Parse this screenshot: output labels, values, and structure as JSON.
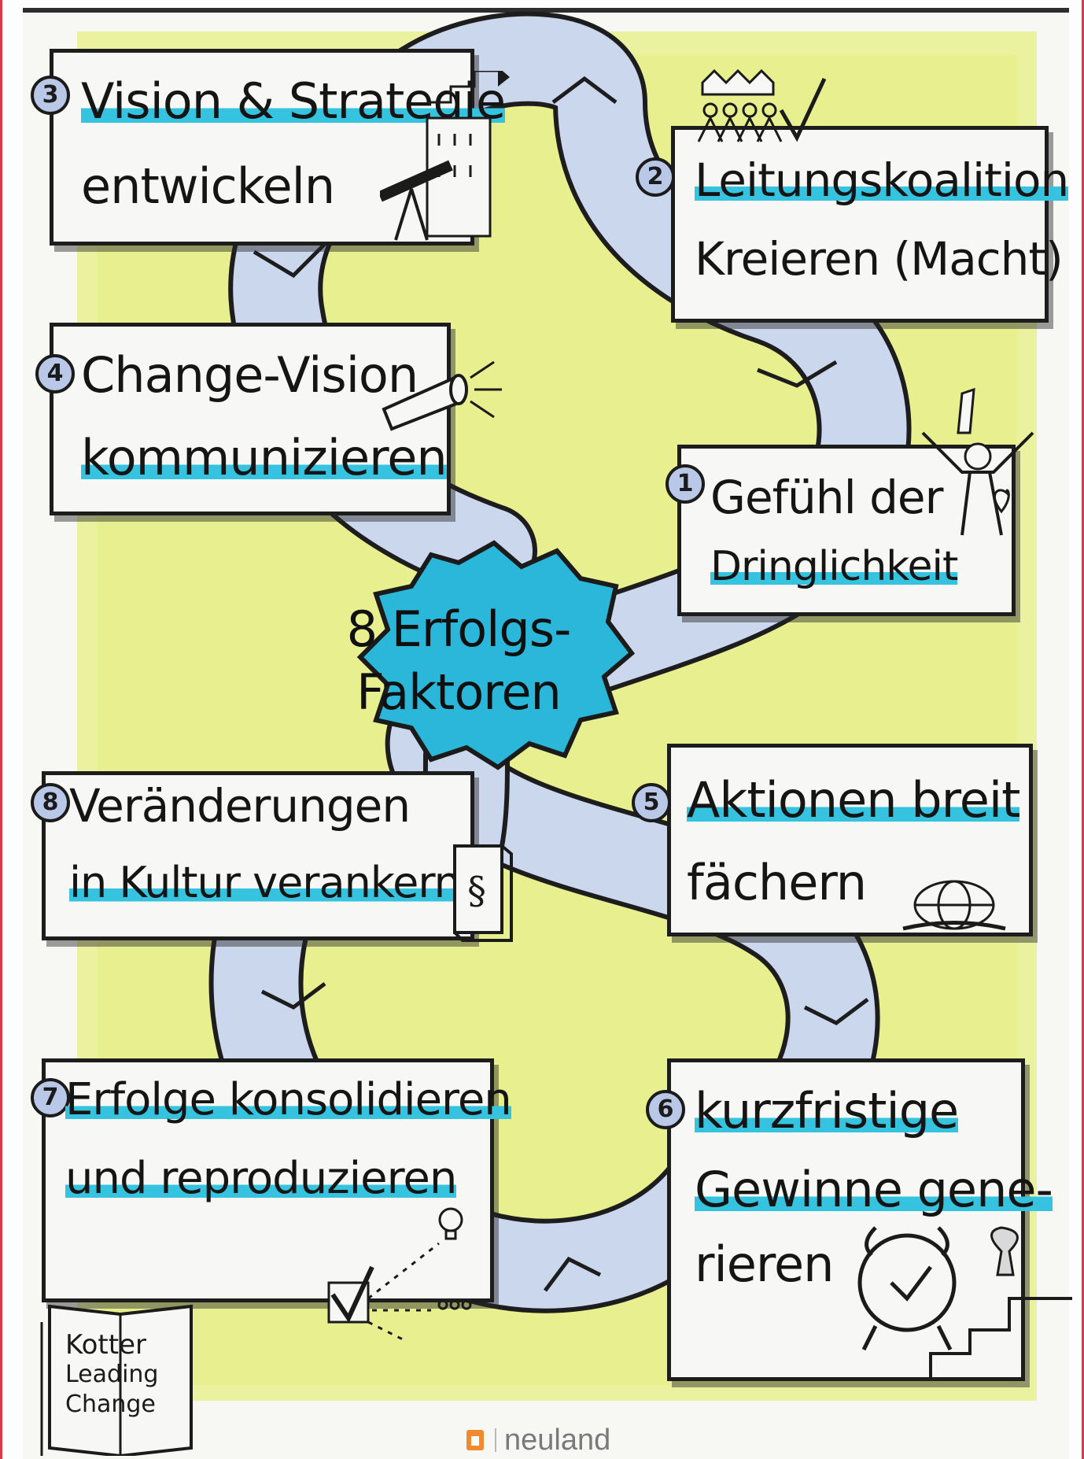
{
  "steps": [
    {
      "num": "1",
      "line1": "Gefühl der",
      "line2": "Dringlichkeit"
    },
    {
      "num": "2",
      "line1": "Leitungskoalition",
      "line2": "Kreieren (Macht)"
    },
    {
      "num": "3",
      "line1": "Vision & Strategie",
      "line2": "entwickeln"
    },
    {
      "num": "4",
      "line1": "Change-Vision",
      "line2": "kommunizieren"
    },
    {
      "num": "5",
      "line1": "Aktionen breit",
      "line2": "fächern"
    },
    {
      "num": "6",
      "line1": "kurzfristige",
      "line2": "Gewinne gene-",
      "line3": "rieren"
    },
    {
      "num": "7",
      "line1": "Erfolge konsolidieren",
      "line2": "und reproduzieren"
    },
    {
      "num": "8",
      "line1": "Veränderungen",
      "line2": "in Kultur verankern"
    }
  ],
  "center": {
    "line1": "8 Erfolgs-",
    "line2": "Faktoren"
  },
  "source": {
    "line1": "Kotter",
    "line2": "Leading",
    "line3": "Change"
  },
  "logo": {
    "text": "neuland"
  },
  "colors": {
    "highlight": "#36c3e0",
    "yellow": "#e7ef8f",
    "path": "#cad7ec",
    "badge": "#2ab7da",
    "logo": "#f08a2c"
  }
}
